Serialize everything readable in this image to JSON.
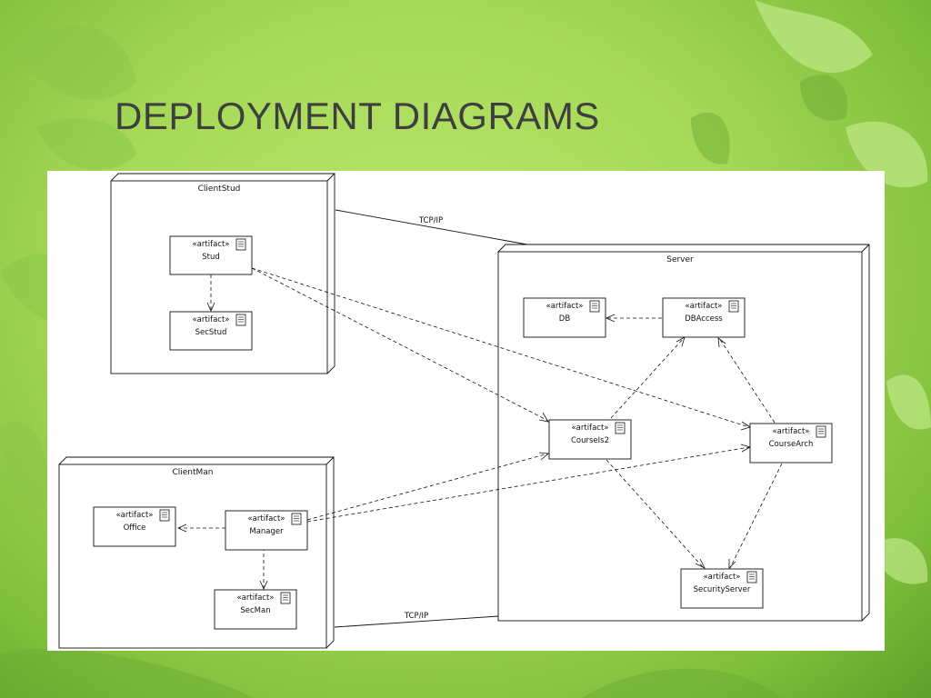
{
  "slide": {
    "title": "DEPLOYMENT DIAGRAMS"
  },
  "diagram": {
    "stereotype": "«artifact»",
    "nodes": {
      "client_stud": "ClientStud",
      "client_man": "ClientMan",
      "server": "Server"
    },
    "artifacts": {
      "stud": "Stud",
      "sec_stud": "SecStud",
      "office": "Office",
      "manager": "Manager",
      "sec_man": "SecMan",
      "db": "DB",
      "db_access": "DBAccess",
      "courses2": "CourseIs2",
      "course_arch": "CourseArch",
      "security_server": "SecurityServer"
    },
    "connections": {
      "top_link": "TCP/IP",
      "bottom_link": "TCP/IP"
    },
    "colors": {
      "background": "#a6d957",
      "title": "#3f3f3f",
      "diagram_bg": "#ffffff",
      "lines": "#111111"
    }
  }
}
